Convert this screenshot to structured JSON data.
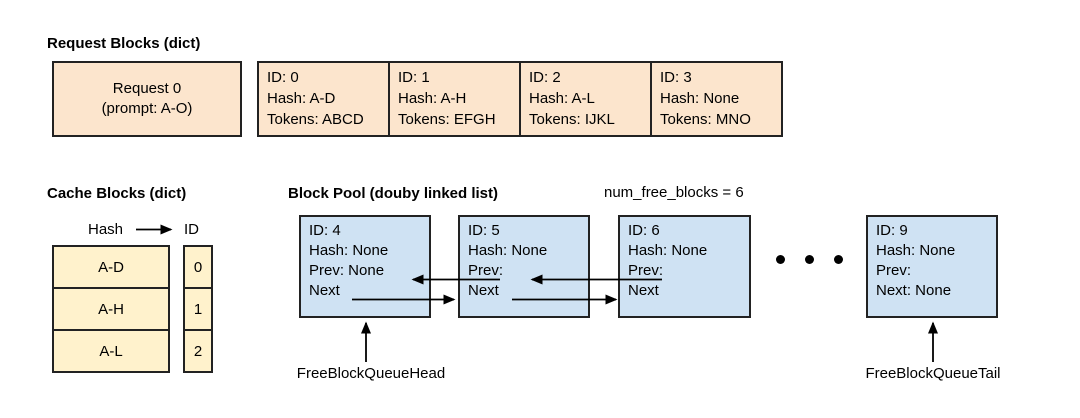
{
  "colors": {
    "background": "#ffffff",
    "text": "#000000",
    "border": "#222222",
    "orange": "#FCE5CD",
    "yellow": "#FFF2CC",
    "blue": "#CFE2F3"
  },
  "request_blocks": {
    "title": "Request Blocks (dict)",
    "request_box": {
      "line1": "Request 0",
      "line2": "(prompt: A-O)"
    },
    "blocks": [
      {
        "id": "ID: 0",
        "hash": "Hash: A-D",
        "tokens": "Tokens: ABCD"
      },
      {
        "id": "ID: 1",
        "hash": "Hash: A-H",
        "tokens": "Tokens: EFGH"
      },
      {
        "id": "ID: 2",
        "hash": "Hash: A-L",
        "tokens": "Tokens: IJKL"
      },
      {
        "id": "ID: 3",
        "hash": "Hash: None",
        "tokens": "Tokens: MNO"
      }
    ]
  },
  "cache_blocks": {
    "title": "Cache Blocks (dict)",
    "header": {
      "hash_label": "Hash",
      "id_label": "ID"
    },
    "rows": [
      {
        "hash": "A-D",
        "id": "0"
      },
      {
        "hash": "A-H",
        "id": "1"
      },
      {
        "hash": "A-L",
        "id": "2"
      }
    ]
  },
  "block_pool": {
    "title": "Block Pool (douby linked list)",
    "counter": "num_free_blocks = 6",
    "blocks": [
      {
        "lines": [
          "ID: 4",
          "Hash: None",
          "Prev: None",
          "Next"
        ]
      },
      {
        "lines": [
          "ID: 5",
          "Hash: None",
          "Prev:",
          "Next"
        ]
      },
      {
        "lines": [
          "ID: 6",
          "Hash: None",
          "Prev:",
          "Next"
        ]
      },
      {
        "lines": [
          "ID: 9",
          "Hash: None",
          "Prev:",
          "Next: None"
        ]
      }
    ],
    "head_label": "FreeBlockQueueHead",
    "tail_label": "FreeBlockQueueTail"
  }
}
